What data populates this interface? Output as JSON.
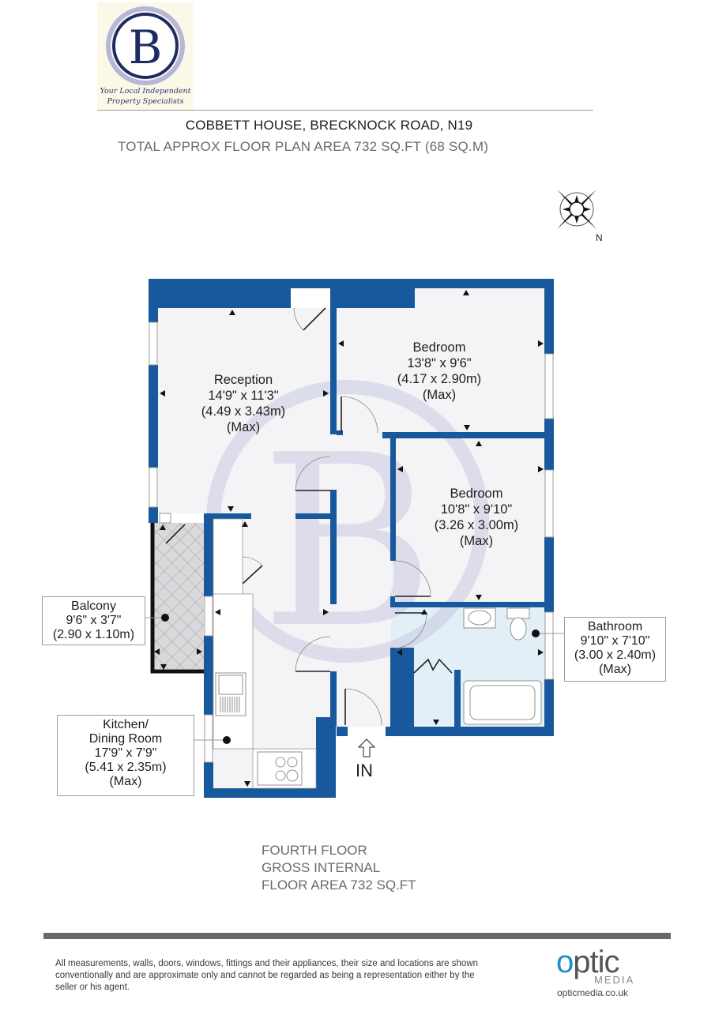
{
  "logo": {
    "letter": "B",
    "tagline_line1": "Your Local Independent",
    "tagline_line2": "Property Specialists",
    "colors": {
      "ring_outer": "#b6b7d8",
      "ring_inner": "#1f2a64",
      "background": "#fbf8e8"
    }
  },
  "header": {
    "title": "COBBETT HOUSE, BRECKNOCK ROAD, N19",
    "subtitle": "TOTAL APPROX FLOOR PLAN AREA 732 SQ.FT (68 SQ.M)"
  },
  "compass": {
    "north_label": "N"
  },
  "colors": {
    "wall": "#17599c",
    "floor": "#f4f4f6",
    "bathroom_floor": "#e3eff7",
    "balcony_floor": "#d9d9dc",
    "watermark": "#c9cae2"
  },
  "rooms": {
    "reception": {
      "name": "Reception",
      "dims_imperial": "14'9\" x 11'3\"",
      "dims_metric": "(4.49 x 3.43m)",
      "note": "(Max)"
    },
    "bedroom1": {
      "name": "Bedroom",
      "dims_imperial": "13'8\" x 9'6\"",
      "dims_metric": "(4.17 x 2.90m)",
      "note": "(Max)"
    },
    "bedroom2": {
      "name": "Bedroom",
      "dims_imperial": "10'8\" x 9'10\"",
      "dims_metric": "(3.26 x 3.00m)",
      "note": "(Max)"
    },
    "balcony": {
      "name": "Balcony",
      "dims_imperial": "9'6\" x 3'7\"",
      "dims_metric": "(2.90 x 1.10m)"
    },
    "bathroom": {
      "name": "Bathroom",
      "dims_imperial": "9'10\" x 7'10\"",
      "dims_metric": "(3.00 x 2.40m)",
      "note": "(Max)"
    },
    "kitchen": {
      "name_line1": "Kitchen/",
      "name_line2": "Dining Room",
      "dims_imperial": "17'9\" x 7'9\"",
      "dims_metric": "(5.41 x 2.35m)",
      "note": "(Max)"
    }
  },
  "entrance": {
    "label": "IN"
  },
  "floor_info": {
    "line1": "FOURTH FLOOR",
    "line2": "GROSS INTERNAL",
    "line3": "FLOOR AREA 732 SQ.FT"
  },
  "footer": {
    "disclaimer": "All measurements, walls, doors, windows, fittings and their appliances, their size and locations are shown conventionally and are approximate only and cannot be regarded as being a representation either by the seller or his agent.",
    "brand_word": "optic",
    "brand_sub": "MEDIA",
    "brand_url": "opticmedia.co.uk",
    "brand_color": "#1f8fc9"
  }
}
